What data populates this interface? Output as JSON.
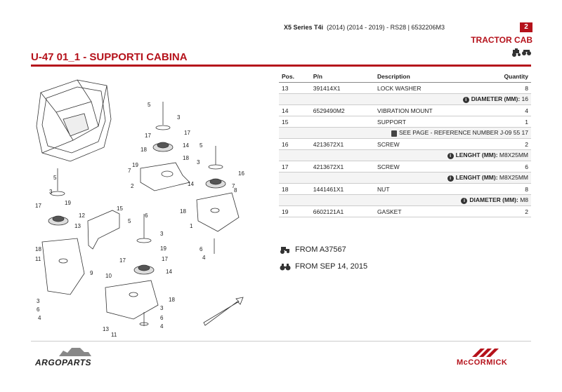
{
  "header": {
    "model_bold": "X5 Series T4i",
    "model_rest": "(2014) (2014 - 2019)  - RS28 |  6532206M3",
    "page_number": "2",
    "section": "TRACTOR CAB",
    "tractor_icon": "tractor-icon"
  },
  "title": "U-47 01_1 -  SUPPORTI CABINA",
  "table": {
    "headers": {
      "pos": "Pos.",
      "pn": "P/n",
      "desc": "Description",
      "qty": "Quantity"
    },
    "rows": [
      {
        "pos": "13",
        "pn": "391414X1",
        "desc": "LOCK WASHER",
        "qty": "8"
      },
      {
        "note_key": "DIAMETER (MM):",
        "note_val": " 16"
      },
      {
        "pos": "14",
        "pn": "6529490M2",
        "desc": "VIBRATION MOUNT",
        "qty": "4"
      },
      {
        "pos": "15",
        "pn": "",
        "desc": "SUPPORT",
        "qty": "1"
      },
      {
        "note_page": "SEE PAGE - REFERENCE NUMBER J-09 55 17"
      },
      {
        "pos": "16",
        "pn": "4213672X1",
        "desc": "SCREW",
        "qty": "2"
      },
      {
        "note_key": "LENGHT (MM):",
        "note_val": " M8X25MM"
      },
      {
        "pos": "17",
        "pn": "4213672X1",
        "desc": "SCREW",
        "qty": "6"
      },
      {
        "note_key": "LENGHT (MM):",
        "note_val": " M8X25MM"
      },
      {
        "pos": "18",
        "pn": "1441461X1",
        "desc": "NUT",
        "qty": "8"
      },
      {
        "note_key": "DIAMETER (MM):",
        "note_val": " M8"
      },
      {
        "pos": "19",
        "pn": "6602121A1",
        "desc": "GASKET",
        "qty": "2"
      }
    ]
  },
  "applicability": {
    "from_serial": "FROM A37567",
    "from_date": "FROM SEP 14, 2015"
  },
  "diagram_labels": [
    "5",
    "3",
    "17",
    "17",
    "18",
    "14",
    "7",
    "18",
    "19",
    "2",
    "5",
    "3",
    "16",
    "7",
    "8",
    "14",
    "5",
    "3",
    "19",
    "17",
    "15",
    "12",
    "13",
    "18",
    "6",
    "1",
    "4",
    "6",
    "5",
    "3",
    "19",
    "17",
    "17",
    "14",
    "18",
    "11",
    "10",
    "9",
    "18",
    "3",
    "6",
    "4",
    "3",
    "6",
    "4",
    "13",
    "11"
  ],
  "footer": {
    "left_brand": "ARGOPARTS",
    "right_brand": "McCORMICK"
  },
  "colors": {
    "accent": "#b5121b"
  }
}
